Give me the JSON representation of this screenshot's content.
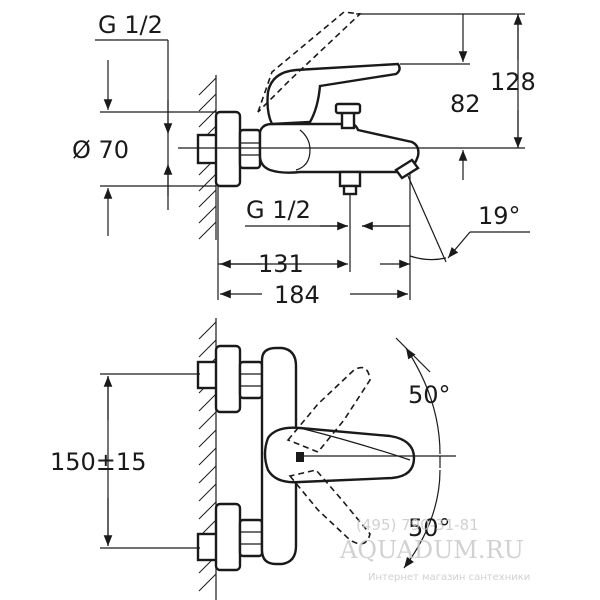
{
  "dimensions": {
    "thread_top": "G 1/2",
    "diameter": "Ø 70",
    "height_total": "128",
    "height_spout": "82",
    "thread_bottom": "G 1/2",
    "angle_spout": "19°",
    "depth_outlet": "131",
    "depth_total": "184",
    "center_distance": "150±15",
    "angle_up": "50°",
    "angle_down": "50°"
  },
  "watermark": {
    "phone": "(495) 790-31-81",
    "site": "AQUADUM.RU",
    "tagline": "Интернет магазин сантехники"
  }
}
